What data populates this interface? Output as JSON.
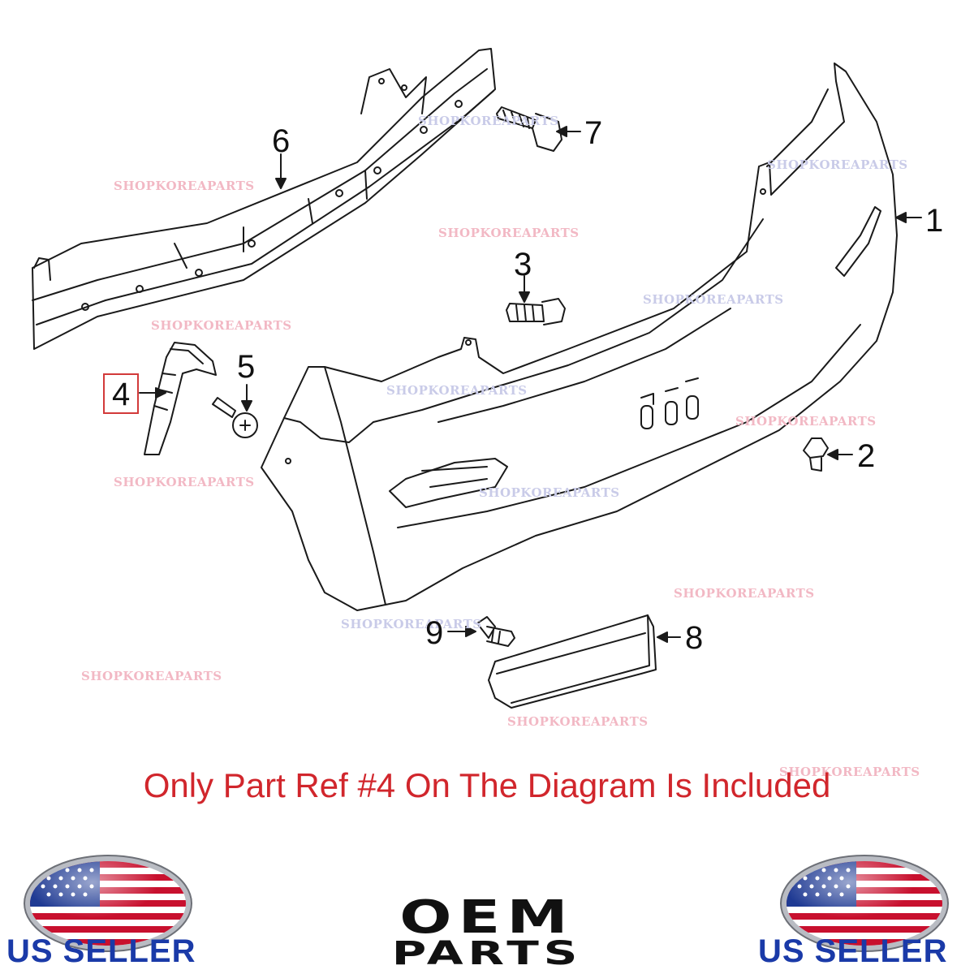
{
  "watermark": "SHOPKOREAPARTS",
  "callouts": {
    "n1": "1",
    "n2": "2",
    "n3": "3",
    "n4": "4",
    "n5": "5",
    "n6": "6",
    "n7": "7",
    "n8": "8",
    "n9": "9"
  },
  "notice": "Only Part Ref #4 On The Diagram Is Included",
  "badges": {
    "left_seller": "US SELLER",
    "right_seller": "US SELLER"
  },
  "logo": {
    "line1": "OEM",
    "line2": "PARTS"
  },
  "colors": {
    "notice_red": "#d1262c",
    "seller_blue": "#1a3aa8",
    "highlight_box": "#d23a3a"
  },
  "icons": {
    "flag": "us-flag-oval-icon"
  }
}
